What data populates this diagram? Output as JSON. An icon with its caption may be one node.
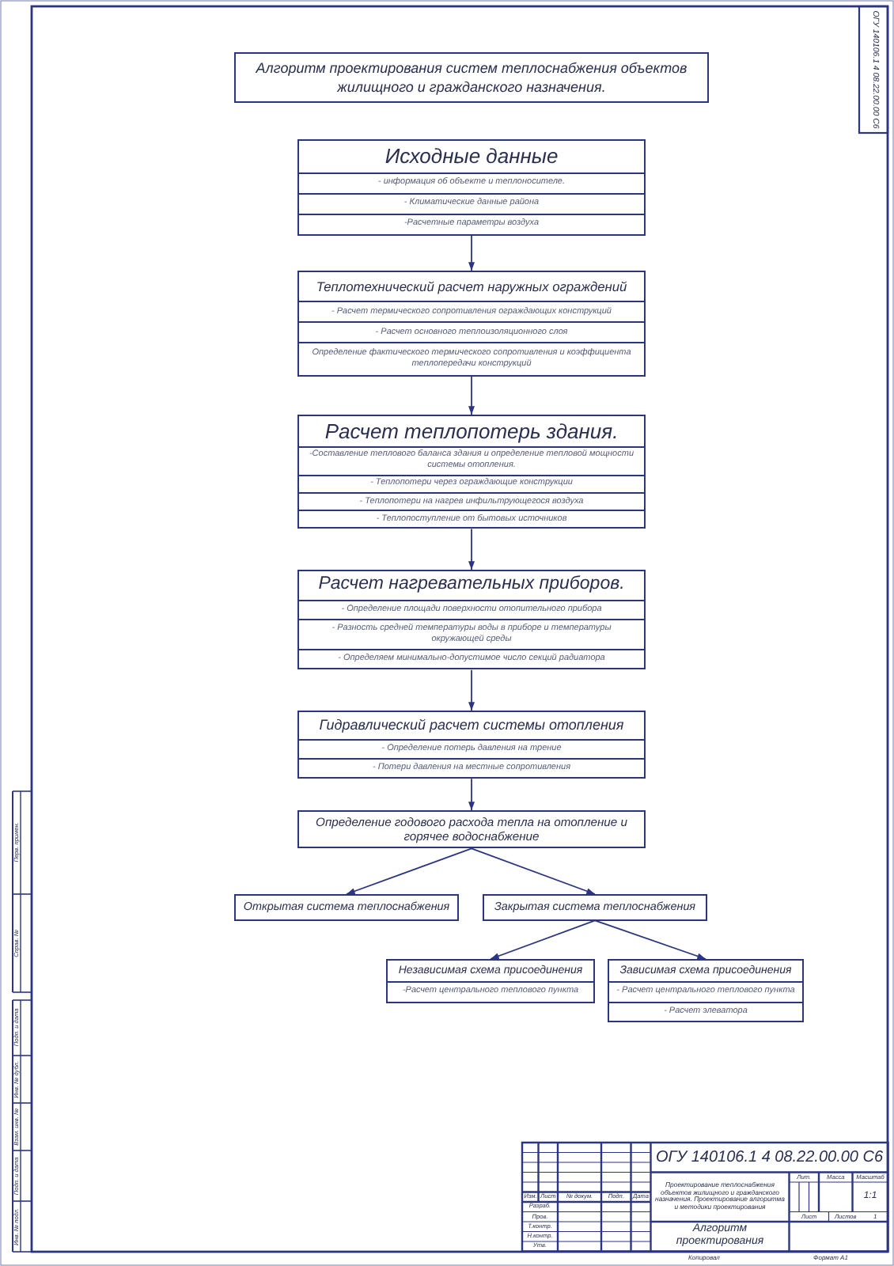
{
  "diagram": {
    "title": "Алгоритм проектирования систем теплоснабжения объектов жилищного и гражданского назначения.",
    "nodes": [
      {
        "text": [
          "Исходные данные",
          "- информация об объекте и теплоносителе.",
          "- Климатические данные района",
          "-Расчетные параметры воздуха"
        ]
      },
      {
        "text": [
          "Теплотехнический расчет наружных ограждений",
          "- Расчет термического сопротивления ограждающих конструкций",
          "- Расчет основного теплоизоляционного слоя",
          "Определение фактического термического сопротивления и коэффициента теплопередачи конструкций"
        ]
      },
      {
        "text": [
          "Расчет теплопотерь здания.",
          "-Составление теплового баланса здания и определение тепловой мощности системы отопления.",
          "- Теплопотери через ограждающие конструкции",
          "- Теплопотери на нагрев инфильтрующегося воздуха",
          "- Теплопоступление от бытовых источников"
        ]
      },
      {
        "text": [
          "Расчет нагревательных приборов.",
          "- Определение площади поверхности отопительного прибора",
          "- Разность средней температуры воды в приборе и температуры окружающей среды",
          "- Определяем минимально-допустимое число секций радиатора"
        ]
      },
      {
        "text": [
          "Гидравлический расчет системы отопления",
          "- Определение потерь давления на трение",
          "- Потери давления на местные сопротивления"
        ]
      },
      {
        "text": [
          "Определение годового расхода тепла на отопление и горячее водоснабжение"
        ]
      },
      {
        "text": [
          "Открытая система теплоснабжения"
        ]
      },
      {
        "text": [
          "Закрытая система теплоснабжения"
        ]
      },
      {
        "text": [
          "Независимая схема присоединения",
          "-Расчет центрального теплового пункта"
        ]
      },
      {
        "text": [
          "Зависимая схема присоединения",
          "- Расчет центрального теплового пункта",
          "- Расчет элеватора"
        ]
      }
    ],
    "edges": [
      {
        "from": 0,
        "to": 1,
        "arrow": "to"
      },
      {
        "from": 1,
        "to": 2,
        "arrow": "to"
      },
      {
        "from": 2,
        "to": 3,
        "arrow": "to"
      },
      {
        "from": 3,
        "to": 4,
        "arrow": "to"
      },
      {
        "from": 4,
        "to": 5,
        "arrow": "to"
      },
      {
        "from": 5,
        "to": 6,
        "arrow": "to"
      },
      {
        "from": 5,
        "to": 7,
        "arrow": "to"
      },
      {
        "from": 7,
        "to": 8,
        "arrow": "to"
      },
      {
        "from": 7,
        "to": 9,
        "arrow": "to"
      }
    ],
    "labels": [
      "ОГУ 140106.1 4 08.22.00.00 С6",
      "Перв. примен.",
      "Справ. №",
      "Подп. и дата",
      "Инв. № дубл.",
      "Взам. инв. №",
      "Подп. и дата",
      "Инв. № подл.",
      "ОГУ 140106.1 4 08.22.00.00 С6",
      "Изм.",
      "Лист",
      "№ докум.",
      "Подп.",
      "Дата",
      "Проектирование теплоснабжения объектов жилищного и гражданского назначения. Проектирование алгоритма и методики проектирования",
      "Лит.",
      "Масса",
      "Масштаб",
      "1:1",
      "Лист",
      "Листов",
      "1",
      "Разраб.",
      "Пров.",
      "Т.контр.",
      "Н.контр.",
      "Утв.",
      "Алгоритм проектирования",
      "Копировал",
      "Формат А1"
    ]
  }
}
